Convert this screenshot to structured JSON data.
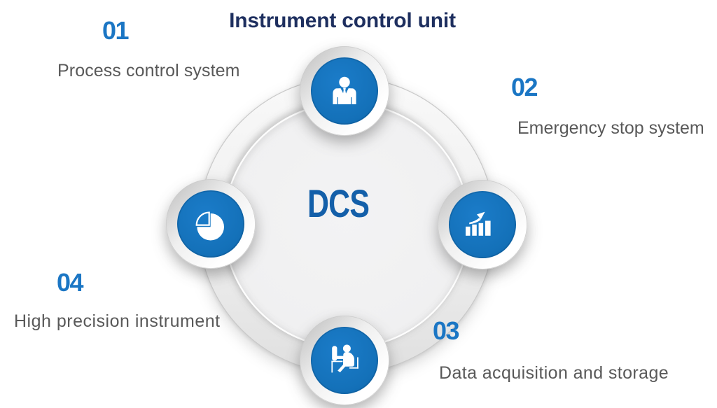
{
  "title": "Instrument control unit",
  "center": {
    "label": "DCS"
  },
  "items": [
    {
      "number": "01",
      "label": "Process control system",
      "icon": "businessman-icon"
    },
    {
      "number": "02",
      "label": "Emergency stop system",
      "icon": "growth-chart-icon"
    },
    {
      "number": "03",
      "label": "Data acquisition and storage",
      "icon": "workstation-icon"
    },
    {
      "number": "04",
      "label": "High precision instrument",
      "icon": "pie-chart-icon"
    }
  ],
  "colors": {
    "title": "#1e2f5f",
    "number": "#1b76c4",
    "label": "#595959",
    "node_blue": "#1470b8",
    "center_text": "#135fa9",
    "ring_gray": "#dadada",
    "disc_gray": "#f0f0f1",
    "background": "#ffffff"
  }
}
